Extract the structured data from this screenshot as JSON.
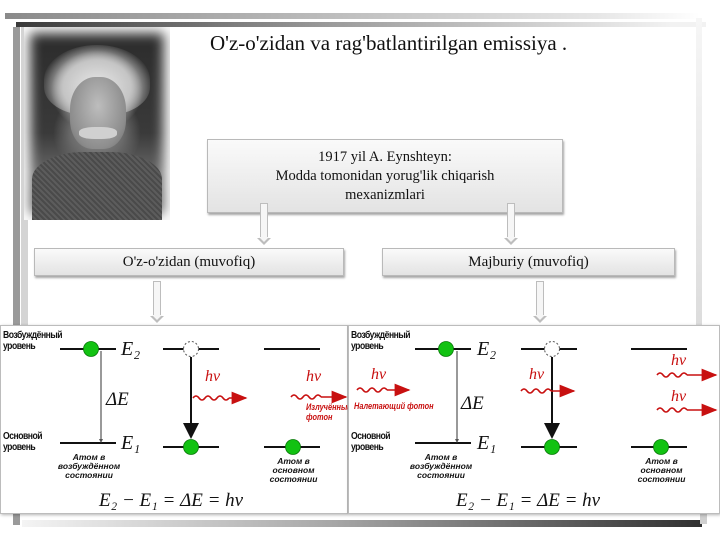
{
  "slide": {
    "title": "O'z-o'zidan va rag'batlantirilgan emissiya ."
  },
  "portrait": {
    "alt": "Albert Einstein portrait"
  },
  "main_box": {
    "line1": "1917 yil A. Eynshteyn:",
    "line2": "Modda tomonidan yorug'lik chiqarish",
    "line3": "mexanizmlari"
  },
  "left_box": {
    "label": "O'z-o'zidan (muvofiq)"
  },
  "right_box": {
    "label": "Majburiy (muvofiq)"
  },
  "diagram_left": {
    "excited_level": [
      "Возбуждённый",
      "уровень"
    ],
    "ground_level": [
      "Основной",
      "уровень"
    ],
    "e2": "E₂",
    "e1": "E₁",
    "delta_e": "ΔE",
    "photon": "hν",
    "emitted_photon": [
      "Излучённый",
      "фотон"
    ],
    "atom_excited": [
      "Атом в",
      "возбуждённом",
      "состоянии"
    ],
    "atom_ground": [
      "Атом в",
      "основном",
      "состоянии"
    ],
    "equation": "E₂ − E₁ = ΔE = hν"
  },
  "diagram_right": {
    "excited_level": [
      "Возбуждённый",
      "уровень"
    ],
    "ground_level": [
      "Основной",
      "уровень"
    ],
    "e2": "E₂",
    "e1": "E₁",
    "delta_e": "ΔE",
    "photon": "hν",
    "incident_photon": "Налетающий фотон",
    "atom_excited": [
      "Атом в",
      "возбуждённом",
      "состоянии"
    ],
    "atom_ground": [
      "Атом в",
      "основном",
      "состоянии"
    ],
    "equation": "E₂ − E₁ = ΔE = hν"
  },
  "colors": {
    "atom": "#12c212",
    "photon": "#c81010",
    "level_line": "#111111",
    "box_border": "#b9b9b9"
  }
}
